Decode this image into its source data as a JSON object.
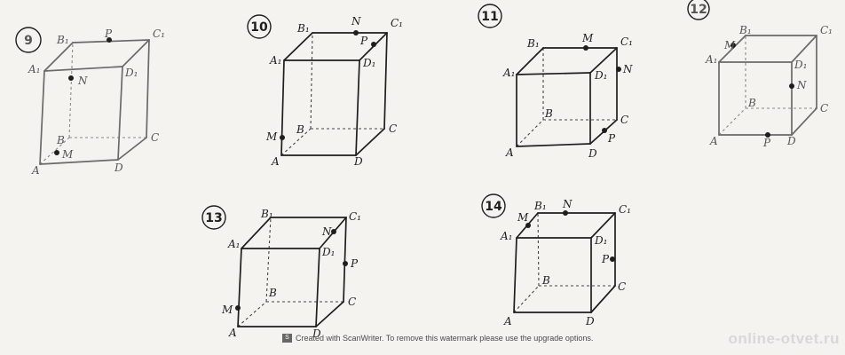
{
  "figures": [
    {
      "number": "9",
      "faded": true,
      "labels": {
        "A": "A",
        "B": "B",
        "C": "C",
        "D": "D",
        "A1": "A₁",
        "B1": "B₁",
        "C1": "C₁",
        "D1": "D₁"
      },
      "points": [
        {
          "name": "P"
        },
        {
          "name": "N"
        },
        {
          "name": "M"
        }
      ]
    },
    {
      "number": "10",
      "faded": false,
      "labels": {
        "A": "A",
        "B": "B",
        "C": "C",
        "D": "D",
        "A1": "A₁",
        "B1": "B₁",
        "C1": "C₁",
        "D1": "D₁"
      },
      "points": [
        {
          "name": "N"
        },
        {
          "name": "P"
        },
        {
          "name": "M"
        }
      ]
    },
    {
      "number": "11",
      "faded": false,
      "labels": {
        "A": "A",
        "B": "B",
        "C": "C",
        "D": "D",
        "A1": "A₁",
        "B1": "B₁",
        "C1": "C₁",
        "D1": "D₁"
      },
      "points": [
        {
          "name": "M"
        },
        {
          "name": "N"
        },
        {
          "name": "P"
        }
      ]
    },
    {
      "number": "12",
      "faded": true,
      "labels": {
        "A": "A",
        "B": "B",
        "C": "C",
        "D": "D",
        "A1": "A₁",
        "B1": "B₁",
        "C1": "C₁",
        "D1": "D₁"
      },
      "points": [
        {
          "name": "M"
        },
        {
          "name": "N"
        },
        {
          "name": "P"
        }
      ]
    },
    {
      "number": "13",
      "faded": false,
      "labels": {
        "A": "A",
        "B": "B",
        "C": "C",
        "D": "D",
        "A1": "A₁",
        "B1": "B₁",
        "C1": "C₁",
        "D1": "D₁"
      },
      "points": [
        {
          "name": "N"
        },
        {
          "name": "P"
        },
        {
          "name": "M"
        }
      ]
    },
    {
      "number": "14",
      "faded": false,
      "labels": {
        "A": "A",
        "B": "B",
        "C": "C",
        "D": "D",
        "A1": "A₁",
        "B1": "B₁",
        "C1": "C₁",
        "D1": "D₁"
      },
      "points": [
        {
          "name": "M"
        },
        {
          "name": "N"
        },
        {
          "name": "P"
        }
      ]
    }
  ],
  "watermark": {
    "icon": "S",
    "text": "Created with ScanWriter. To remove this watermark please use the upgrade options."
  },
  "site": "online-otvet.ru"
}
